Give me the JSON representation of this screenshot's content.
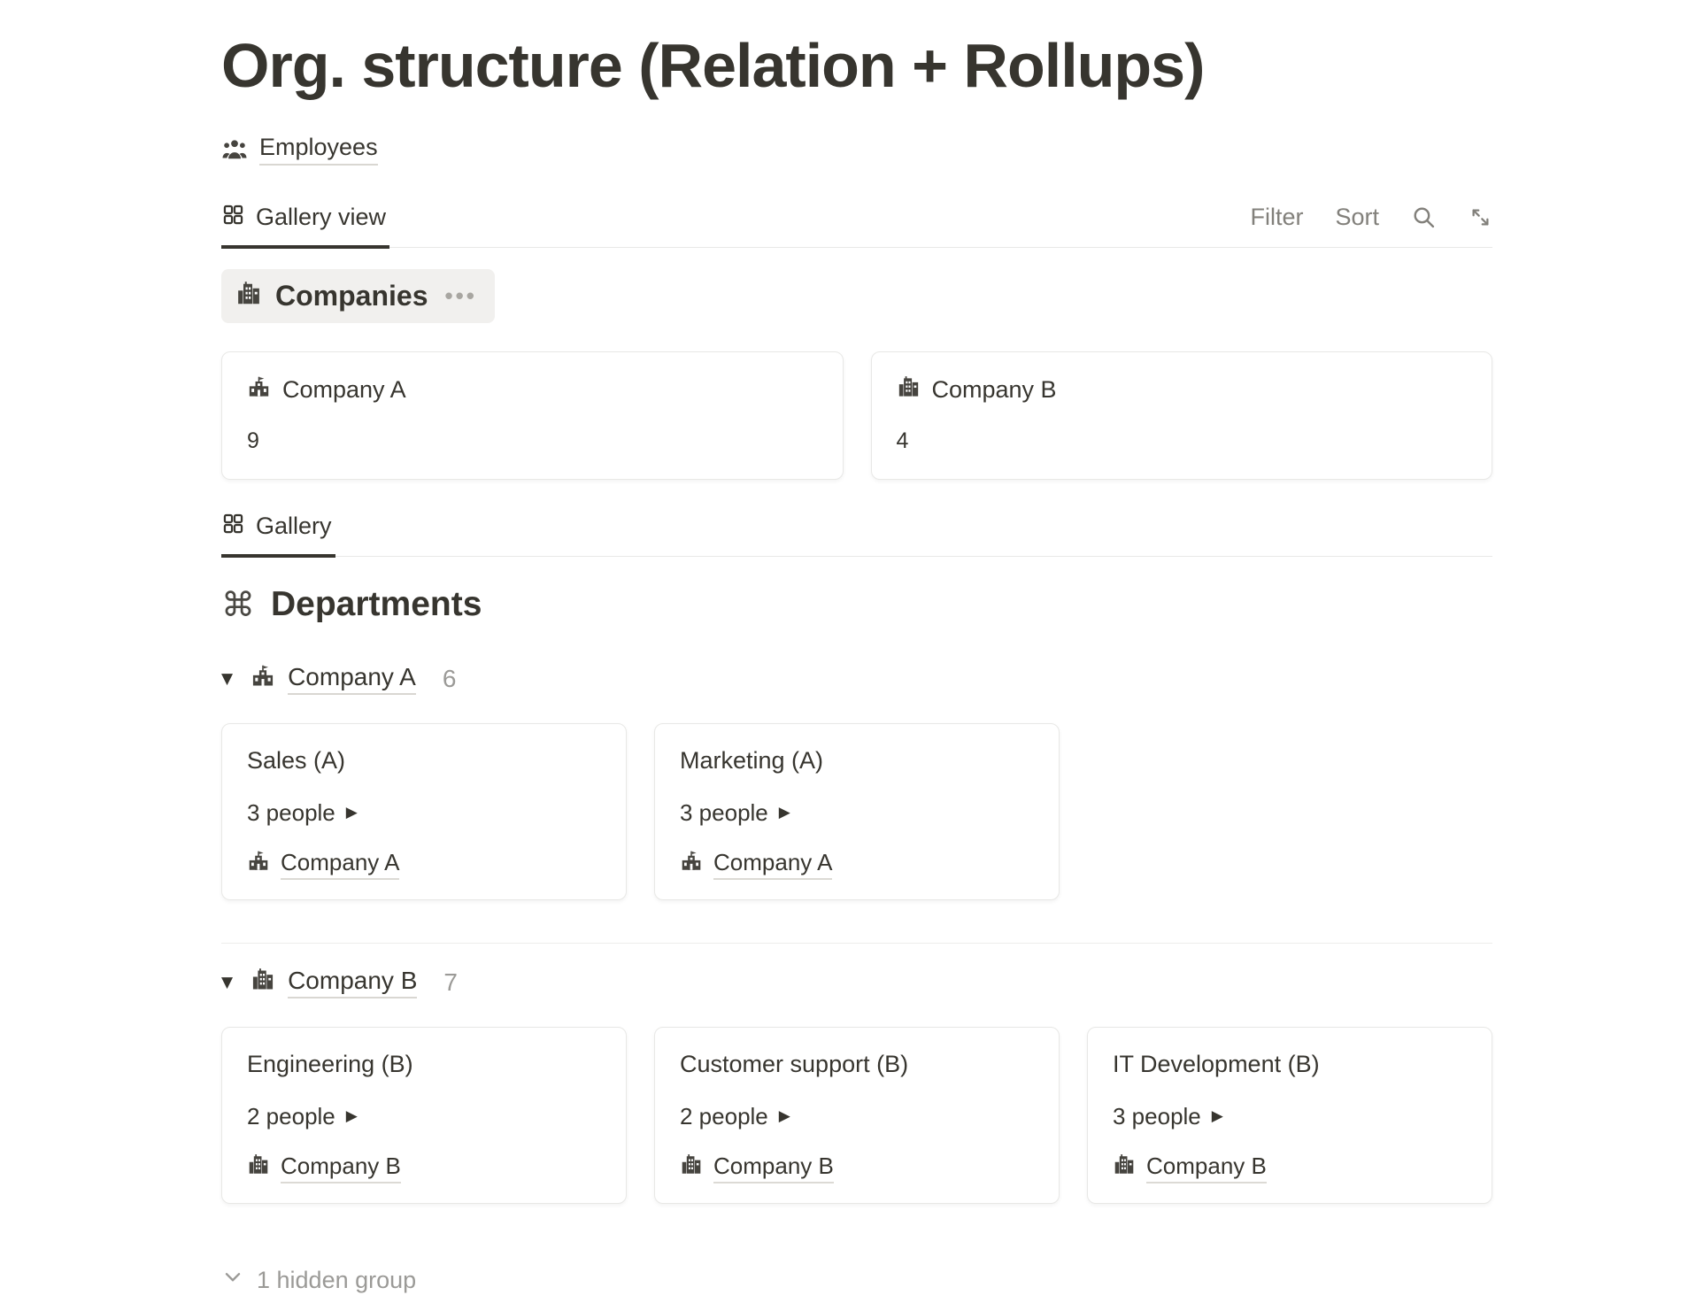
{
  "page": {
    "title": "Org. structure (Relation + Rollups)"
  },
  "employees_link": {
    "label": "Employees"
  },
  "toolbar": {
    "tab_label": "Gallery view",
    "filter_label": "Filter",
    "sort_label": "Sort"
  },
  "icons": {
    "collapse_triangle": "▼",
    "expand_arrow": "▶",
    "command_symbol": "⌘",
    "more_dots": "•••"
  },
  "colors": {
    "text": "#37352f",
    "muted_gray": "#9b9a97",
    "toolbar_gray": "#82807b",
    "pill_background": "#f1f0ee",
    "card_border": "#e8e8e6"
  },
  "companies": {
    "header": "Companies",
    "cards": [
      {
        "icon": "school-building-icon",
        "title": "Company A",
        "count": "9"
      },
      {
        "icon": "office-building-icon",
        "title": "Company B",
        "count": "4"
      }
    ]
  },
  "gallery_tab": {
    "label": "Gallery"
  },
  "departments": {
    "header": "Departments",
    "groups": [
      {
        "icon": "school-building-icon",
        "name": "Company A",
        "count": "6",
        "cards": [
          {
            "title": "Sales (A)",
            "people": "3 people",
            "company": "Company A"
          },
          {
            "title": "Marketing (A)",
            "people": "3 people",
            "company": "Company A"
          }
        ]
      },
      {
        "icon": "office-building-icon",
        "name": "Company B",
        "count": "7",
        "cards": [
          {
            "title": "Engineering (B)",
            "people": "2 people",
            "company": "Company B"
          },
          {
            "title": "Customer support (B)",
            "people": "2 people",
            "company": "Company B"
          },
          {
            "title": "IT Development (B)",
            "people": "3 people",
            "company": "Company B"
          }
        ]
      }
    ],
    "hidden_group_label": "1 hidden group"
  }
}
